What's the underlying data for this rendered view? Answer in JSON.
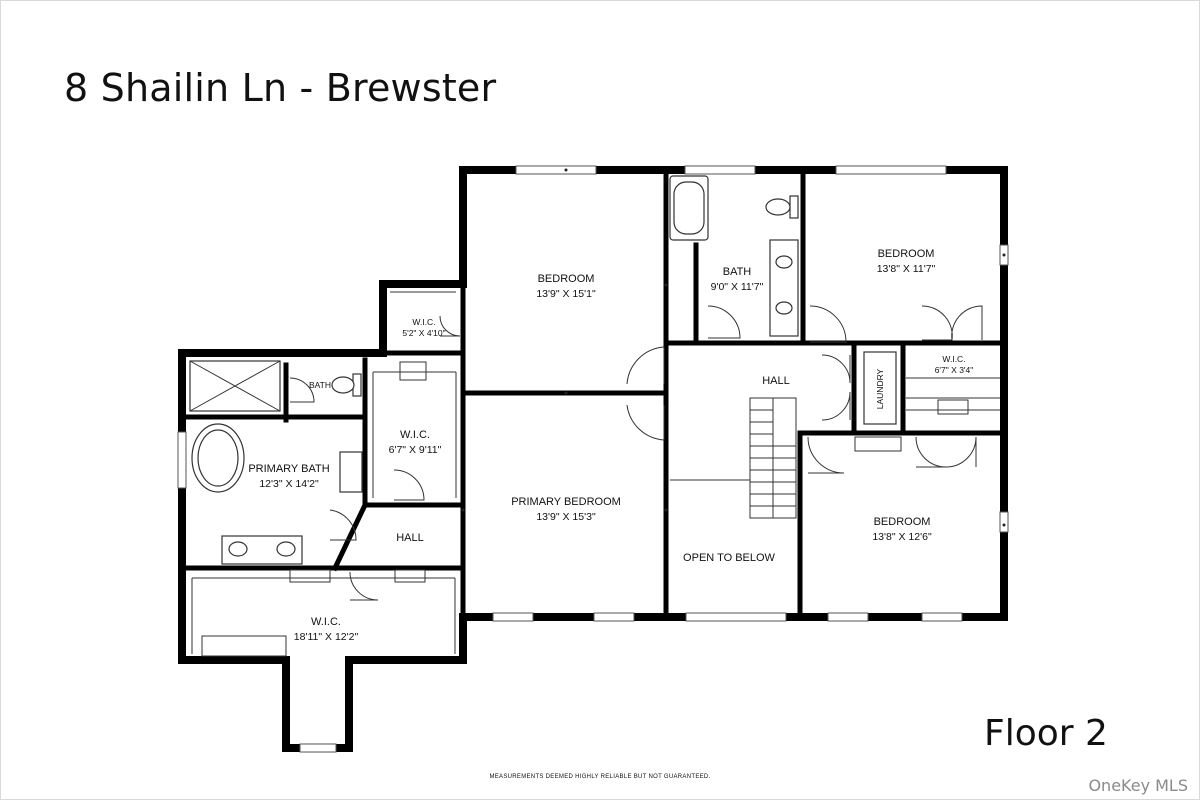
{
  "title": "8 Shailin Ln - Brewster",
  "floor": "Floor 2",
  "disclaimer": "MEASUREMENTS DEEMED HIGHLY RELIABLE BUT NOT GUARANTEED.",
  "watermark": "OneKey MLS",
  "rooms": {
    "bedroom_top_left": {
      "name": "BEDROOM",
      "dims": "13'9\" X 15'1\""
    },
    "bath_top": {
      "name": "BATH",
      "dims": "9'0\" X 11'7\""
    },
    "bedroom_top_right": {
      "name": "BEDROOM",
      "dims": "13'8\" X 11'7\""
    },
    "wic_small": {
      "name": "W.I.C.",
      "dims": "5'2\" X 4'10\""
    },
    "hall_upper": {
      "name": "HALL"
    },
    "laundry": {
      "name": "LAUNDRY"
    },
    "wic_right": {
      "name": "W.I.C.",
      "dims": "6'7\" X 3'4\""
    },
    "bath_small": {
      "name": "BATH"
    },
    "primary_bath": {
      "name": "PRIMARY BATH",
      "dims": "12'3\" X 14'2\""
    },
    "wic_center": {
      "name": "W.I.C.",
      "dims": "6'7\" X 9'11\""
    },
    "primary_bedroom": {
      "name": "PRIMARY BEDROOM",
      "dims": "13'9\" X 15'3\""
    },
    "hall_lower": {
      "name": "HALL"
    },
    "open_to_below": {
      "name": "OPEN TO BELOW"
    },
    "bedroom_bottom_right": {
      "name": "BEDROOM",
      "dims": "13'8\" X 12'6\""
    },
    "wic_large": {
      "name": "W.I.C.",
      "dims": "18'11\" X 12'2\""
    }
  }
}
